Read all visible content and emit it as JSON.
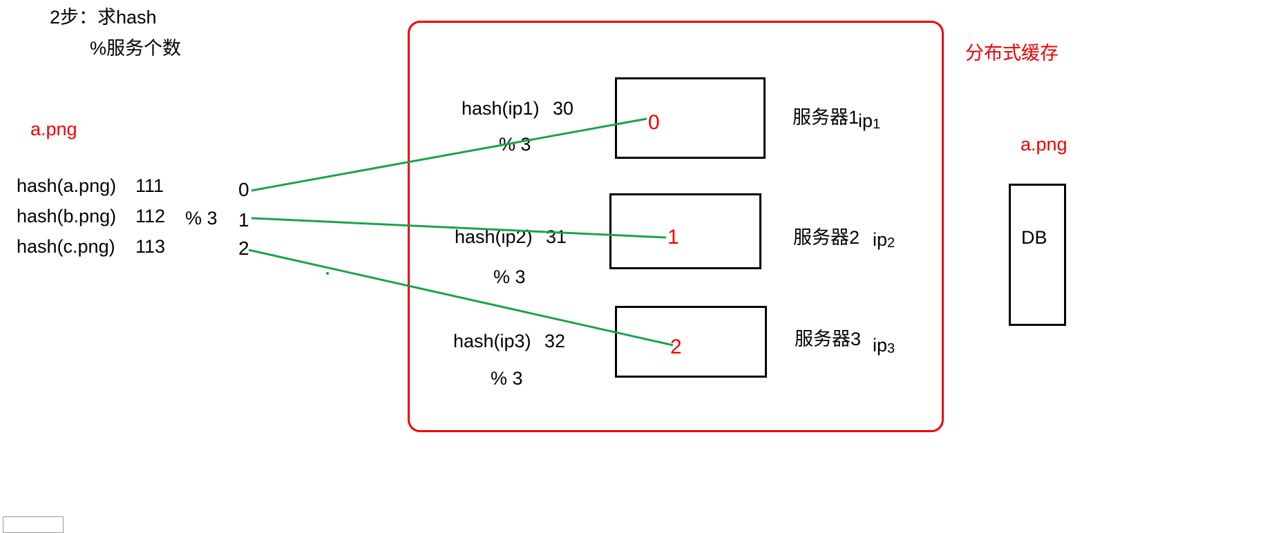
{
  "title_lines": {
    "line1": "2步：求hash",
    "line2": "%服务个数"
  },
  "left": {
    "file_label": "a.png",
    "rows": [
      {
        "expr": "hash(a.png)",
        "value": "111"
      },
      {
        "expr": "hash(b.png)",
        "value": "112"
      },
      {
        "expr": "hash(c.png)",
        "value": "113"
      }
    ],
    "mod_label": "% 3",
    "indices": [
      "0",
      "1",
      "2"
    ]
  },
  "cache_group": {
    "label": "分布式缓存",
    "nodes": [
      {
        "hash_label": "hash(ip1)",
        "hash_value": "30",
        "mod_label": "% 3",
        "box_index": "0",
        "server_name": "服务器1",
        "ip_prefix": "ip",
        "ip_num": "1"
      },
      {
        "hash_label": "hash(ip2)",
        "hash_value": "31",
        "mod_label": "% 3",
        "box_index": "1",
        "server_name": "服务器2",
        "ip_prefix": "ip",
        "ip_num": "2"
      },
      {
        "hash_label": "hash(ip3)",
        "hash_value": "32",
        "mod_label": "% 3",
        "box_index": "2",
        "server_name": "服务器3",
        "ip_prefix": "ip",
        "ip_num": "3"
      }
    ]
  },
  "right": {
    "file_label": "a.png",
    "db_label": "DB"
  },
  "colors": {
    "accent_red": "#ef0000",
    "line_green": "#1aa34a",
    "box_black": "#000000"
  }
}
